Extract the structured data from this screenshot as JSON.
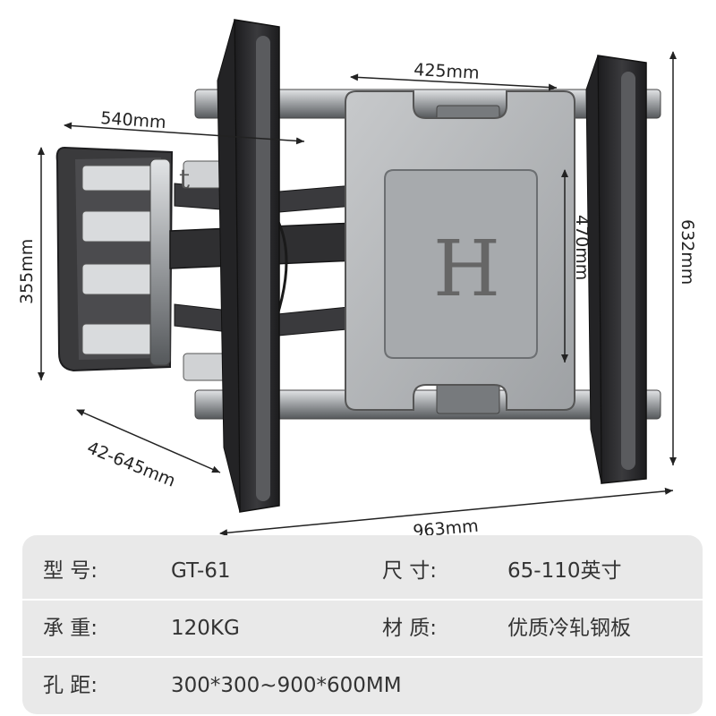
{
  "dimensions": {
    "top_width": "425mm",
    "depth_width": "540mm",
    "left_height": "355mm",
    "plate_height": "470mm",
    "right_height": "632mm",
    "extension": "42-645mm",
    "total_width": "963mm"
  },
  "product_marks": {
    "plate_logo": "H",
    "arm_logo": "t"
  },
  "specs": [
    {
      "label_a": "型 号:",
      "value_a": "GT-61",
      "label_b": "尺 寸:",
      "value_b": "65-110英寸"
    },
    {
      "label_a": "承 重:",
      "value_a": "120KG",
      "label_b": "材 质:",
      "value_b": "优质冷轧钢板"
    },
    {
      "label_a": "孔 距:",
      "value_a": "300*300~900*600MM",
      "label_b": "",
      "value_b": ""
    }
  ],
  "colors": {
    "steel_dark": "#2b2b2d",
    "steel_mid": "#8a8d90",
    "steel_light": "#c9ccce",
    "table_bg": "#e9e9e9"
  }
}
